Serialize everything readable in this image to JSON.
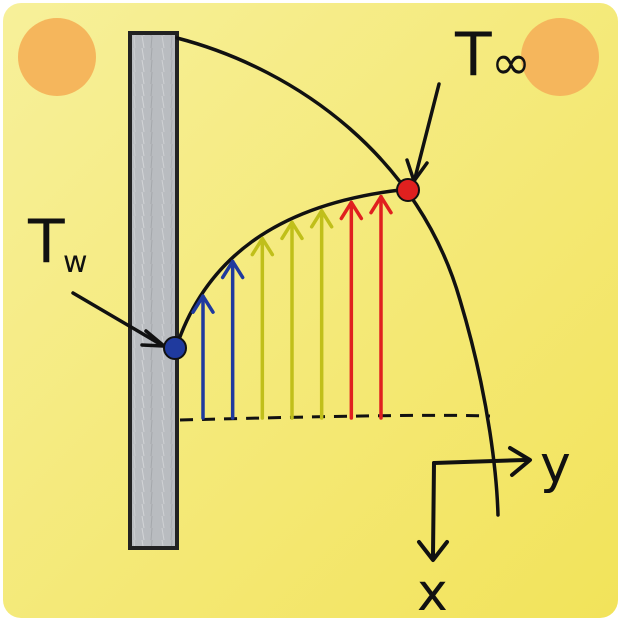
{
  "labels": {
    "t_wall_main": "T",
    "t_wall_sub": "w",
    "t_inf_main": "T",
    "t_inf_sub": "∞",
    "axis_y": "y",
    "axis_x": "x"
  },
  "colors": {
    "background_start": "#f7f09a",
    "background_end": "#f2e35a",
    "wall_fill": "#b9bcc0",
    "wall_stroke": "#222222",
    "corner_dot": "#f5b65c",
    "wall_point": "#1f3a9e",
    "free_stream_point": "#e0201f",
    "arrow_blue": "#1f3a9e",
    "arrow_olive": "#c0bf1a",
    "arrow_red": "#e0201f",
    "line": "#111111"
  },
  "arrow_colors": [
    "arrow_blue",
    "arrow_blue",
    "arrow_olive",
    "arrow_olive",
    "arrow_olive",
    "arrow_red",
    "arrow_red"
  ]
}
